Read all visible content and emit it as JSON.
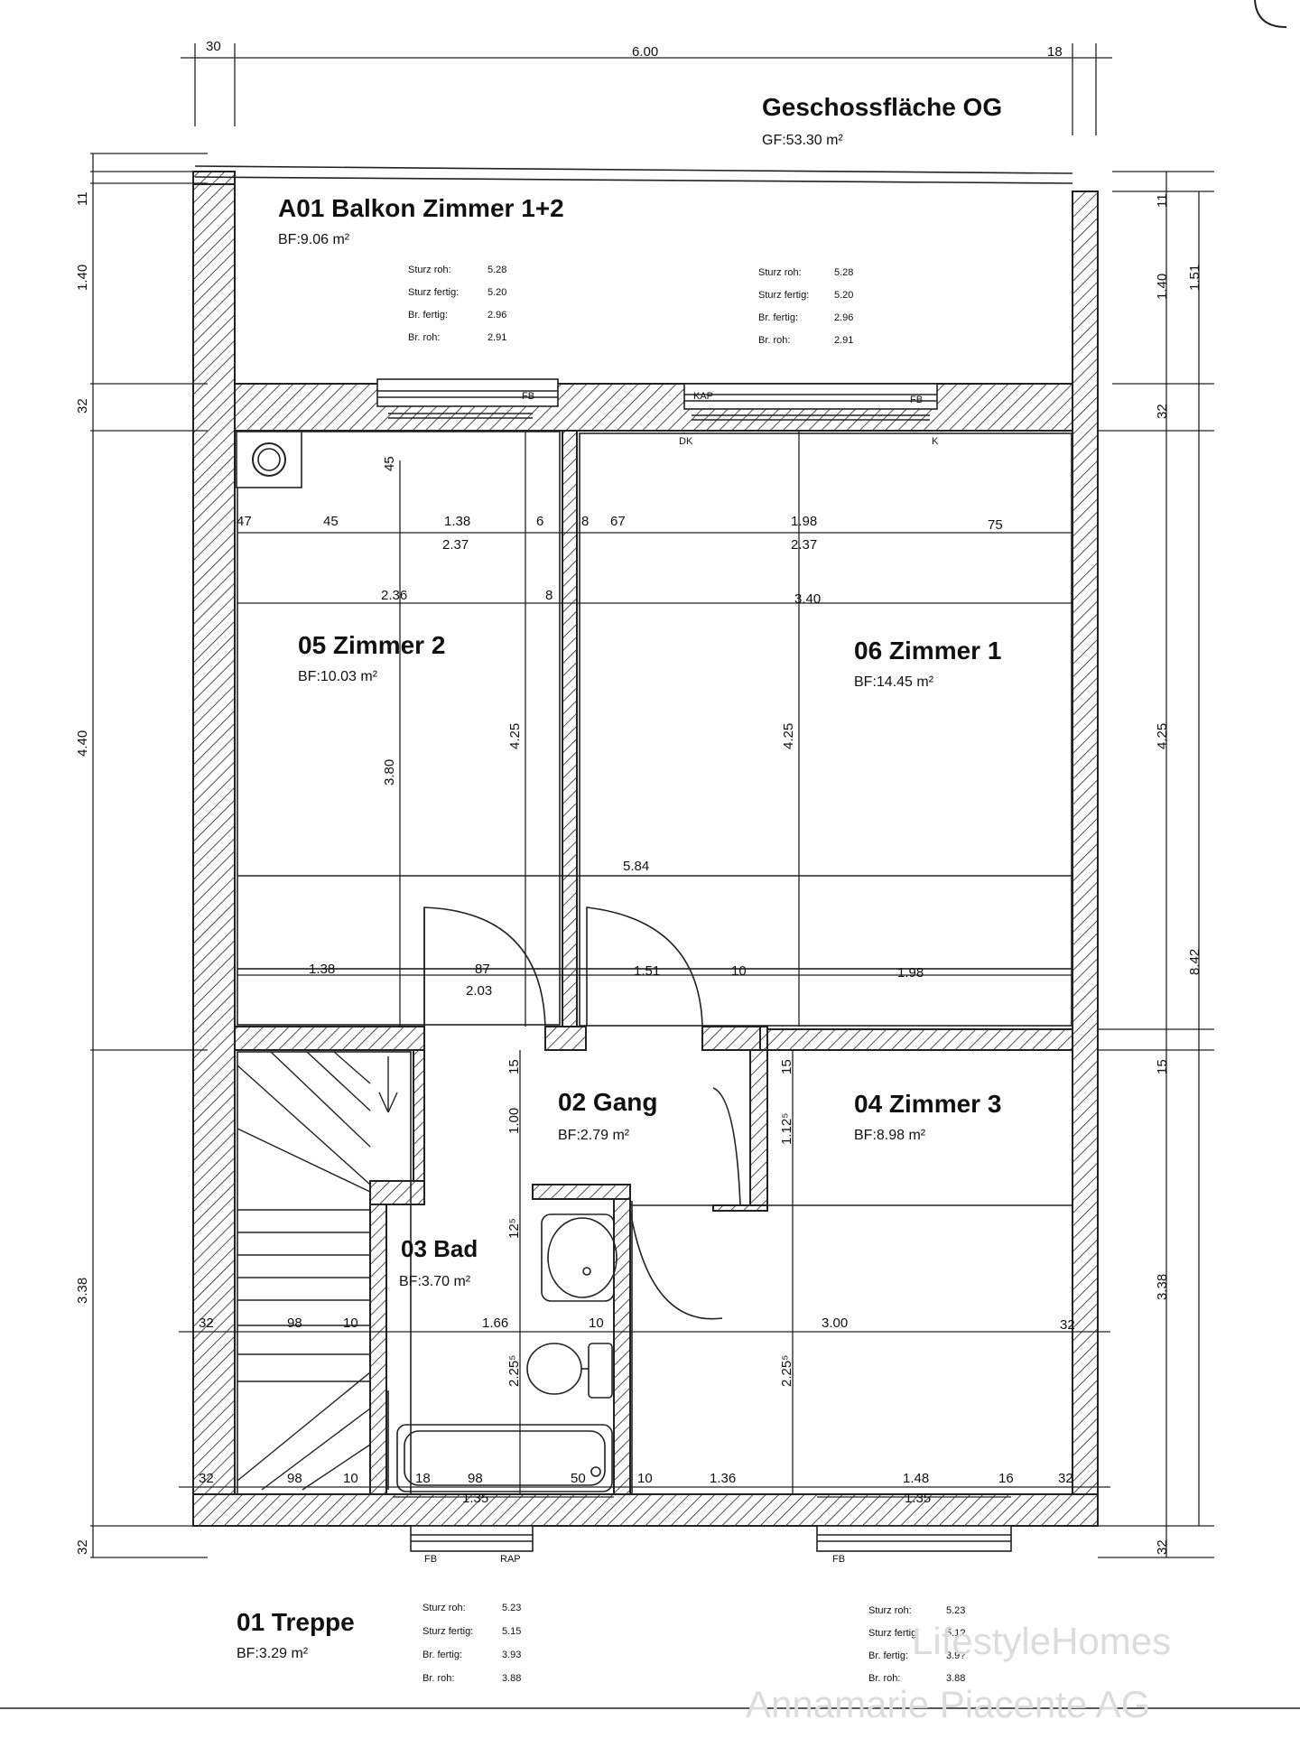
{
  "floor": {
    "title": "Geschossfläche OG",
    "area": "GF:53.30 m²"
  },
  "rooms": [
    {
      "id": "balkon",
      "name": "A01 Balkon Zimmer 1+2",
      "area": "BF:9.06 m²"
    },
    {
      "id": "zimmer2",
      "name": "05 Zimmer 2",
      "area": "BF:10.03 m²"
    },
    {
      "id": "zimmer1",
      "name": "06 Zimmer 1",
      "area": "BF:14.45 m²"
    },
    {
      "id": "gang",
      "name": "02 Gang",
      "area": "BF:2.79 m²"
    },
    {
      "id": "zimmer3",
      "name": "04 Zimmer 3",
      "area": "BF:8.98 m²"
    },
    {
      "id": "bad",
      "name": "03 Bad",
      "area": "BF:3.70 m²"
    },
    {
      "id": "treppe",
      "name": "01 Treppe",
      "area": "BF:3.29 m²"
    }
  ],
  "window_specs": [
    {
      "id": "top-left",
      "rows": [
        [
          "Sturz roh:",
          "5.28"
        ],
        [
          "Sturz fertig:",
          "5.20"
        ],
        [
          "Br. fertig:",
          "2.96"
        ],
        [
          "Br. roh:",
          "2.91"
        ]
      ]
    },
    {
      "id": "top-right",
      "rows": [
        [
          "Sturz roh:",
          "5.28"
        ],
        [
          "Sturz fertig:",
          "5.20"
        ],
        [
          "Br. fertig:",
          "2.96"
        ],
        [
          "Br. roh:",
          "2.91"
        ]
      ]
    },
    {
      "id": "bottom-left",
      "rows": [
        [
          "Sturz roh:",
          "5.23"
        ],
        [
          "Sturz fertig:",
          "5.15"
        ],
        [
          "Br. fertig:",
          "3.93"
        ],
        [
          "Br. roh:",
          "3.88"
        ]
      ]
    },
    {
      "id": "bottom-right",
      "rows": [
        [
          "Sturz roh:",
          "5.23"
        ],
        [
          "Sturz fertig:",
          "5.1?"
        ],
        [
          "Br. fertig:",
          "3.9?"
        ],
        [
          "Br. roh:",
          "3.88"
        ]
      ]
    }
  ],
  "window_tags": {
    "fb": "FB",
    "kap": "KAP",
    "dk": "DK",
    "k": "K",
    "rap": "RAP"
  },
  "dims": {
    "top": [
      "30",
      "6.00",
      "18"
    ],
    "left": [
      "11",
      "1.40",
      "32",
      "4.40",
      "3.38",
      "32"
    ],
    "right": [
      "11",
      "1.40",
      "1.51",
      "32",
      "4.25",
      "8.42",
      "15",
      "3.38",
      "32"
    ],
    "row1": [
      "47",
      "45",
      "1.38",
      "6",
      "8",
      "67",
      "1.98",
      "75"
    ],
    "row1b": [
      "2.37",
      "2.37"
    ],
    "row2": [
      "2.36",
      "8",
      "3.40"
    ],
    "mid": "5.84",
    "row3": [
      "1.38",
      "87",
      "2.03",
      "1.51",
      "10",
      "1.98"
    ],
    "row4": [
      "32",
      "98",
      "10",
      "1.66",
      "10",
      "3.00",
      "32"
    ],
    "row5": [
      "32",
      "98",
      "10",
      "18",
      "98",
      "50",
      "10",
      "1.36",
      "1.48",
      "16",
      "32"
    ],
    "row5b": [
      "1.35",
      "1.35"
    ],
    "vert": [
      "45",
      "3.80",
      "4.25",
      "4.25",
      "15",
      "1.00",
      "15",
      "1.12⁵",
      "12⁵",
      "2.25⁵",
      "2.25⁵"
    ]
  },
  "watermark": {
    "line1": "LifestyleHomes",
    "line2": "Annamarie Piacente AG"
  }
}
